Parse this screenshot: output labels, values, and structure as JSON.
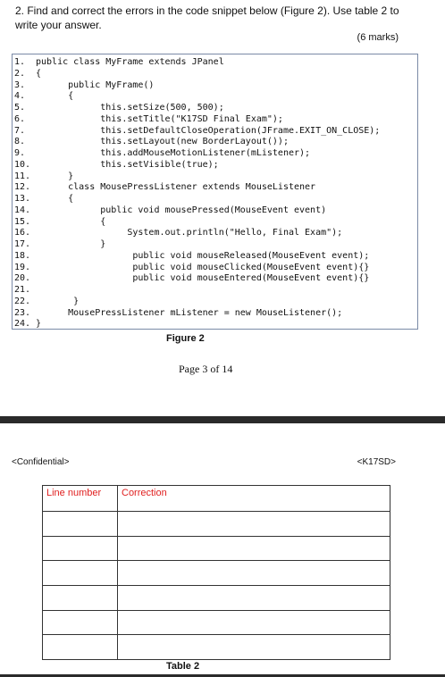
{
  "question": {
    "text": "2. Find and correct the errors in the code snippet below (Figure 2). Use table 2 to write your answer.",
    "marks": "(6 marks)"
  },
  "code": [
    {
      "num": "1.",
      "text": "public class MyFrame extends JPanel"
    },
    {
      "num": "2.",
      "text": "{"
    },
    {
      "num": "3.",
      "text": "      public MyFrame()"
    },
    {
      "num": "4.",
      "text": "      {"
    },
    {
      "num": "5.",
      "text": "            this.setSize(500, 500);"
    },
    {
      "num": "6.",
      "text": "            this.setTitle(\"K17SD Final Exam\");"
    },
    {
      "num": "7.",
      "text": "            this.setDefaultCloseOperation(JFrame.EXIT_ON_CLOSE);"
    },
    {
      "num": "8.",
      "text": "            this.setLayout(new BorderLayout());"
    },
    {
      "num": "9.",
      "text": "            this.addMouseMotionListener(mListener);"
    },
    {
      "num": "10.",
      "text": "            this.setVisible(true);"
    },
    {
      "num": "11.",
      "text": "      }"
    },
    {
      "num": "12.",
      "text": "      class MousePressListener extends MouseListener"
    },
    {
      "num": "13.",
      "text": "      {"
    },
    {
      "num": "14.",
      "text": "            public void mousePressed(MouseEvent event)"
    },
    {
      "num": "15.",
      "text": "            {"
    },
    {
      "num": "16.",
      "text": "                 System.out.println(\"Hello, Final Exam\");"
    },
    {
      "num": "17.",
      "text": "            }"
    },
    {
      "num": "18.",
      "text": "                  public void mouseReleased(MouseEvent event);"
    },
    {
      "num": "19.",
      "text": "                  public void mouseClicked(MouseEvent event){}"
    },
    {
      "num": "20.",
      "text": "                  public void mouseEntered(MouseEvent event){}"
    },
    {
      "num": "21.",
      "text": ""
    },
    {
      "num": "22.",
      "text": "       }"
    },
    {
      "num": "23.",
      "text": "      MousePressListener mListener = new MouseListener();"
    },
    {
      "num": "24.",
      "text": "}"
    }
  ],
  "figure_caption": "Figure 2",
  "page_number": "Page 3 of 14",
  "footer": {
    "left": "<Confidential>",
    "right": "<K17SD>"
  },
  "table": {
    "headers": [
      "Line number",
      "Correction"
    ],
    "rows": [
      [
        "",
        ""
      ],
      [
        "",
        ""
      ],
      [
        "",
        ""
      ],
      [
        "",
        ""
      ],
      [
        "",
        ""
      ],
      [
        "",
        ""
      ]
    ]
  },
  "table_caption": "Table 2",
  "colors": {
    "header_text": "#e02020",
    "code_border": "#7a8aa6"
  }
}
